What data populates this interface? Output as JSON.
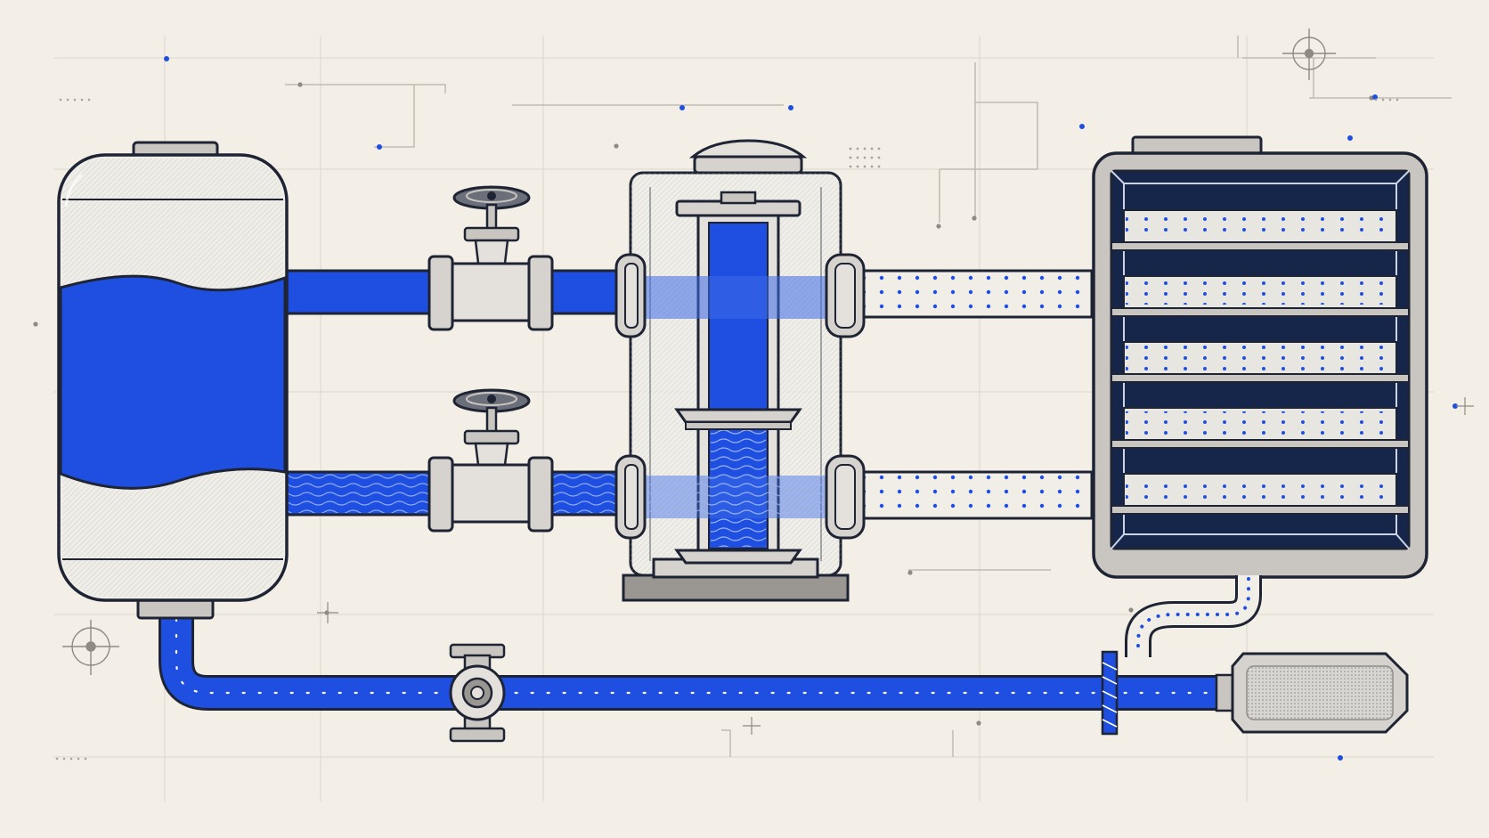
{
  "palette": {
    "background": "#f3efe6",
    "outline": "#1e2433",
    "fluid_blue": "#1f4fe0",
    "light_blue": "#6f95ef",
    "pale_blue": "#c9d7f7",
    "metal_light": "#e4e1dc",
    "metal_mid": "#c9c6c1",
    "metal_dark": "#9a9792",
    "navy": "#16254a",
    "tank_white": "#efede8",
    "grid_line": "#d9d4ca"
  },
  "components": {
    "storage_tank": "storage-tank",
    "upper_valve": "gate-valve",
    "lower_valve": "gate-valve",
    "filter_column": "filter-column",
    "tray_cabinet": "tray-cabinet",
    "return_valve": "inline-valve",
    "check_coupling": "inline-coupling",
    "end_cap": "filter-cartridge"
  }
}
